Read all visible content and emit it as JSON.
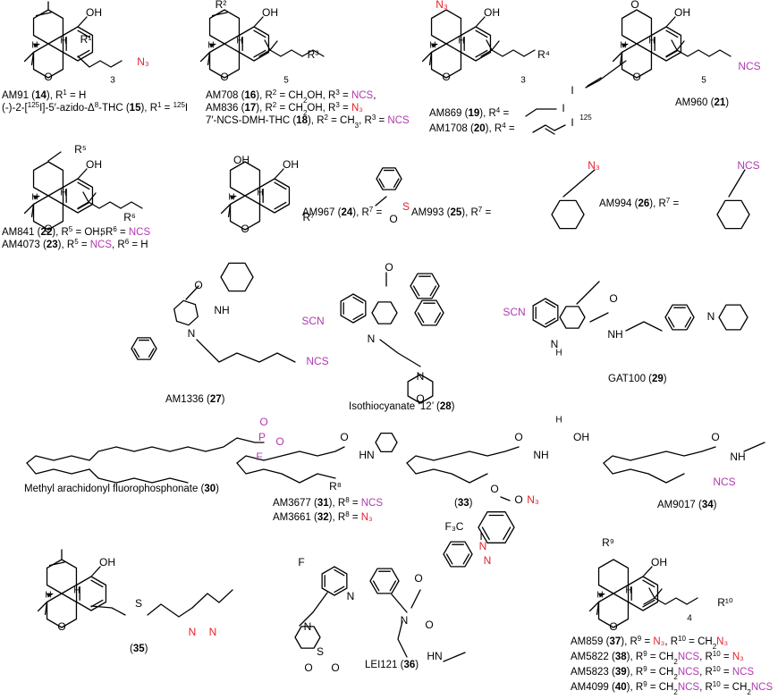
{
  "colors": {
    "azide": "#e8202a",
    "isothiocyanate": "#b03ab0",
    "alkyne": "#e8202a",
    "fluorophosphonate": "#b03ab0",
    "ink": "#000000"
  },
  "atoms": {
    "oh": "OH",
    "o": "O",
    "h": "H",
    "n": "N",
    "nh": "NH",
    "hn": "HN",
    "s": "S",
    "p": "P",
    "f": "F",
    "i": "I",
    "n3": "N₃",
    "ncs": "NCS",
    "scn": "SCN",
    "cf3": "F₃C",
    "r1": "R¹",
    "r2": "R²",
    "r3": "R³",
    "r4": "R⁴",
    "r5": "R⁵",
    "r6": "R⁶",
    "r7": "R⁷",
    "r8": "R⁸",
    "r9": "R⁹",
    "r10": "R¹⁰",
    "n3count": "3",
    "n5count": "5",
    "n4count": "4",
    "i125": "125"
  },
  "compounds": [
    {
      "id": "c14",
      "lines": [
        [
          {
            "t": "AM91 ("
          },
          {
            "t": "14",
            "b": true
          },
          {
            "t": "), R"
          },
          {
            "t": "1",
            "sup": true
          },
          {
            "t": " = H"
          }
        ]
      ]
    },
    {
      "id": "c15",
      "lines": [
        [
          {
            "t": "(-)-2-["
          },
          {
            "t": "125",
            "sup": true
          },
          {
            "t": "I]-5′-azido-Δ"
          },
          {
            "t": "8",
            "sup": true
          },
          {
            "t": "-THC ("
          },
          {
            "t": "15",
            "b": true
          },
          {
            "t": "), R"
          },
          {
            "t": "1",
            "sup": true
          },
          {
            "t": " = "
          },
          {
            "t": "125",
            "sup": true
          },
          {
            "t": "I"
          }
        ]
      ]
    },
    {
      "id": "c16",
      "lines": [
        [
          {
            "t": "AM708 ("
          },
          {
            "t": "16",
            "b": true
          },
          {
            "t": "), R"
          },
          {
            "t": "2",
            "sup": true
          },
          {
            "t": " = CH"
          },
          {
            "t": "2",
            "sub": true
          },
          {
            "t": "OH, R"
          },
          {
            "t": "3",
            "sup": true
          },
          {
            "t": " = "
          },
          {
            "t": "NCS",
            "c": "isothiocyanate"
          },
          {
            "t": ","
          }
        ]
      ]
    },
    {
      "id": "c17",
      "lines": [
        [
          {
            "t": "AM836 ("
          },
          {
            "t": "17",
            "b": true
          },
          {
            "t": "), R"
          },
          {
            "t": "2",
            "sup": true
          },
          {
            "t": " = CH"
          },
          {
            "t": "2",
            "sub": true
          },
          {
            "t": "OH, R"
          },
          {
            "t": "3",
            "sup": true
          },
          {
            "t": " = "
          },
          {
            "t": "N₃",
            "c": "azide"
          }
        ]
      ]
    },
    {
      "id": "c18",
      "lines": [
        [
          {
            "t": "7′-NCS-DMH-THC ("
          },
          {
            "t": "18",
            "b": true
          },
          {
            "t": "), R"
          },
          {
            "t": "2",
            "sup": true
          },
          {
            "t": " = CH"
          },
          {
            "t": "3",
            "sub": true
          },
          {
            "t": ", R"
          },
          {
            "t": "3",
            "sup": true
          },
          {
            "t": " = "
          },
          {
            "t": "NCS",
            "c": "isothiocyanate"
          }
        ]
      ]
    },
    {
      "id": "c19",
      "lines": [
        [
          {
            "t": "AM869 ("
          },
          {
            "t": "19",
            "b": true
          },
          {
            "t": "), R"
          },
          {
            "t": "4",
            "sup": true
          },
          {
            "t": " ="
          }
        ]
      ]
    },
    {
      "id": "c20",
      "lines": [
        [
          {
            "t": "AM1708 ("
          },
          {
            "t": "20",
            "b": true
          },
          {
            "t": "), R"
          },
          {
            "t": "4",
            "sup": true
          },
          {
            "t": " ="
          }
        ]
      ]
    },
    {
      "id": "c21",
      "lines": [
        [
          {
            "t": "AM960 ("
          },
          {
            "t": "21",
            "b": true
          },
          {
            "t": ")"
          }
        ]
      ]
    },
    {
      "id": "c22",
      "lines": [
        [
          {
            "t": "AM841 ("
          },
          {
            "t": "22",
            "b": true
          },
          {
            "t": "), R"
          },
          {
            "t": "5",
            "sup": true
          },
          {
            "t": " = OH, R"
          },
          {
            "t": "6",
            "sup": true
          },
          {
            "t": " = "
          },
          {
            "t": "NCS",
            "c": "isothiocyanate"
          }
        ]
      ]
    },
    {
      "id": "c23",
      "lines": [
        [
          {
            "t": "AM4073 ("
          },
          {
            "t": "23",
            "b": true
          },
          {
            "t": "), R"
          },
          {
            "t": "5",
            "sup": true
          },
          {
            "t": " = "
          },
          {
            "t": "NCS",
            "c": "isothiocyanate"
          },
          {
            "t": ", R"
          },
          {
            "t": "6",
            "sup": true
          },
          {
            "t": " = H"
          }
        ]
      ]
    },
    {
      "id": "c24",
      "lines": [
        [
          {
            "t": "AM967 ("
          },
          {
            "t": "24",
            "b": true
          },
          {
            "t": "), R"
          },
          {
            "t": "7",
            "sup": true
          },
          {
            "t": " ="
          }
        ]
      ]
    },
    {
      "id": "c25",
      "lines": [
        [
          {
            "t": "AM993 ("
          },
          {
            "t": "25",
            "b": true
          },
          {
            "t": "), R"
          },
          {
            "t": "7",
            "sup": true
          },
          {
            "t": " ="
          }
        ]
      ]
    },
    {
      "id": "c26",
      "lines": [
        [
          {
            "t": "AM994 ("
          },
          {
            "t": "26",
            "b": true
          },
          {
            "t": "), R"
          },
          {
            "t": "7",
            "sup": true
          },
          {
            "t": " ="
          }
        ]
      ]
    },
    {
      "id": "c27",
      "lines": [
        [
          {
            "t": "AM1336 ("
          },
          {
            "t": "27",
            "b": true
          },
          {
            "t": ")"
          }
        ]
      ]
    },
    {
      "id": "c28",
      "lines": [
        [
          {
            "t": "Isothiocyanate ‘12’ ("
          },
          {
            "t": "28",
            "b": true
          },
          {
            "t": ")"
          }
        ]
      ]
    },
    {
      "id": "c29",
      "lines": [
        [
          {
            "t": "GAT100 ("
          },
          {
            "t": "29",
            "b": true
          },
          {
            "t": ")"
          }
        ]
      ]
    },
    {
      "id": "c30",
      "lines": [
        [
          {
            "t": "Methyl arachidonyl fluorophosphonate ("
          },
          {
            "t": "30",
            "b": true
          },
          {
            "t": ")"
          }
        ]
      ]
    },
    {
      "id": "c31",
      "lines": [
        [
          {
            "t": "AM3677 ("
          },
          {
            "t": "31",
            "b": true
          },
          {
            "t": "), R"
          },
          {
            "t": "8",
            "sup": true
          },
          {
            "t": " = "
          },
          {
            "t": "NCS",
            "c": "isothiocyanate"
          }
        ]
      ]
    },
    {
      "id": "c32",
      "lines": [
        [
          {
            "t": "AM3661 ("
          },
          {
            "t": "32",
            "b": true
          },
          {
            "t": "), R"
          },
          {
            "t": "8",
            "sup": true
          },
          {
            "t": " = "
          },
          {
            "t": "N₃",
            "c": "azide"
          }
        ]
      ]
    },
    {
      "id": "c33",
      "lines": [
        [
          {
            "t": "("
          },
          {
            "t": "33",
            "b": true
          },
          {
            "t": ")"
          }
        ]
      ]
    },
    {
      "id": "c34",
      "lines": [
        [
          {
            "t": "AM9017 ("
          },
          {
            "t": "34",
            "b": true
          },
          {
            "t": ")"
          }
        ]
      ]
    },
    {
      "id": "c35",
      "lines": [
        [
          {
            "t": "("
          },
          {
            "t": "35",
            "b": true
          },
          {
            "t": ")"
          }
        ]
      ]
    },
    {
      "id": "c36",
      "lines": [
        [
          {
            "t": "LEI121 ("
          },
          {
            "t": "36",
            "b": true
          },
          {
            "t": ")"
          }
        ]
      ]
    },
    {
      "id": "c37",
      "lines": [
        [
          {
            "t": "AM859 ("
          },
          {
            "t": "37",
            "b": true
          },
          {
            "t": "), R"
          },
          {
            "t": "9",
            "sup": true
          },
          {
            "t": " = "
          },
          {
            "t": "N₃",
            "c": "azide"
          },
          {
            "t": ", R"
          },
          {
            "t": "10",
            "sup": true
          },
          {
            "t": " = CH"
          },
          {
            "t": "2",
            "sub": true
          },
          {
            "t": "N₃",
            "c": "azide"
          }
        ]
      ]
    },
    {
      "id": "c38",
      "lines": [
        [
          {
            "t": "AM5822 ("
          },
          {
            "t": "38",
            "b": true
          },
          {
            "t": "), R"
          },
          {
            "t": "9",
            "sup": true
          },
          {
            "t": " = CH"
          },
          {
            "t": "2",
            "sub": true
          },
          {
            "t": "NCS",
            "c": "isothiocyanate"
          },
          {
            "t": ", R"
          },
          {
            "t": "10",
            "sup": true
          },
          {
            "t": " = "
          },
          {
            "t": "N₃",
            "c": "azide"
          }
        ]
      ]
    },
    {
      "id": "c39",
      "lines": [
        [
          {
            "t": "AM5823 ("
          },
          {
            "t": "39",
            "b": true
          },
          {
            "t": "), R"
          },
          {
            "t": "9",
            "sup": true
          },
          {
            "t": " = CH"
          },
          {
            "t": "2",
            "sub": true
          },
          {
            "t": "NCS",
            "c": "isothiocyanate"
          },
          {
            "t": ", R"
          },
          {
            "t": "10",
            "sup": true
          },
          {
            "t": " = "
          },
          {
            "t": "NCS",
            "c": "isothiocyanate"
          }
        ]
      ]
    },
    {
      "id": "c40",
      "lines": [
        [
          {
            "t": "AM4099 ("
          },
          {
            "t": "40",
            "b": true
          },
          {
            "t": "), R"
          },
          {
            "t": "9",
            "sup": true
          },
          {
            "t": " = CH"
          },
          {
            "t": "2",
            "sub": true
          },
          {
            "t": "NCS",
            "c": "isothiocyanate"
          },
          {
            "t": ", R"
          },
          {
            "t": "10",
            "sup": true
          },
          {
            "t": " = CH"
          },
          {
            "t": "2",
            "sub": true
          },
          {
            "t": "NCS",
            "c": "isothiocyanate"
          }
        ]
      ]
    }
  ]
}
